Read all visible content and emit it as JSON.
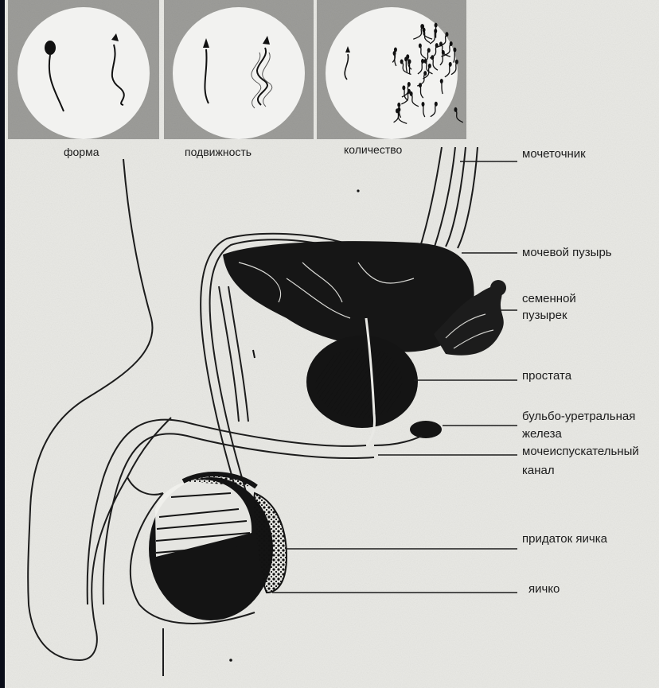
{
  "panels": [
    {
      "id": "forma",
      "caption": "форма"
    },
    {
      "id": "podvizhnost",
      "caption": "подвижность"
    },
    {
      "id": "kolichestvo",
      "caption": "количество"
    }
  ],
  "labels": {
    "ureter": "мочеточник",
    "bladder": "мочевой пузырь",
    "seminal_vesicle_1": "семенной",
    "seminal_vesicle_2": "пузырек",
    "prostate": "простата",
    "bulbo_1": "бульбо-уретральная",
    "bulbo_2": "железа",
    "urethra_1": "мочеиспускательный",
    "urethra_2": "канал",
    "epididymis": "придаток яичка",
    "testis": "яичко"
  },
  "colors": {
    "paper": "#e9e9e5",
    "ink": "#141414",
    "border": "#0a0d18"
  }
}
